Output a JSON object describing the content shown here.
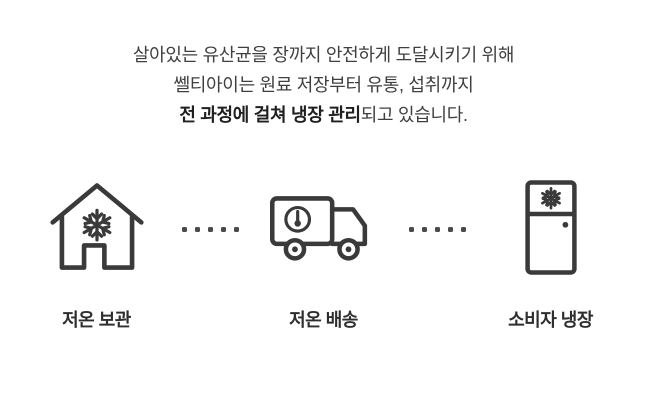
{
  "colors": {
    "icon": "#3a3a3a",
    "text": "#3f3f3f",
    "text_bold": "#1f1f1f",
    "dot": "#4a4a4a"
  },
  "intro": {
    "line1": "살아있는 유산균을 장까지 안전하게 도달시키기 위해",
    "line2": "쎌티아이는 원료 저장부터 유통, 섭취까지",
    "line3_bold": "전 과정에 걸쳐 냉장 관리",
    "line3_rest": "되고 있습니다."
  },
  "steps": [
    {
      "icon": "house-snowflake-icon",
      "label": "저온 보관"
    },
    {
      "icon": "truck-thermometer-icon",
      "label": "저온 배송"
    },
    {
      "icon": "fridge-snowflake-icon",
      "label": "소비자 냉장"
    }
  ]
}
